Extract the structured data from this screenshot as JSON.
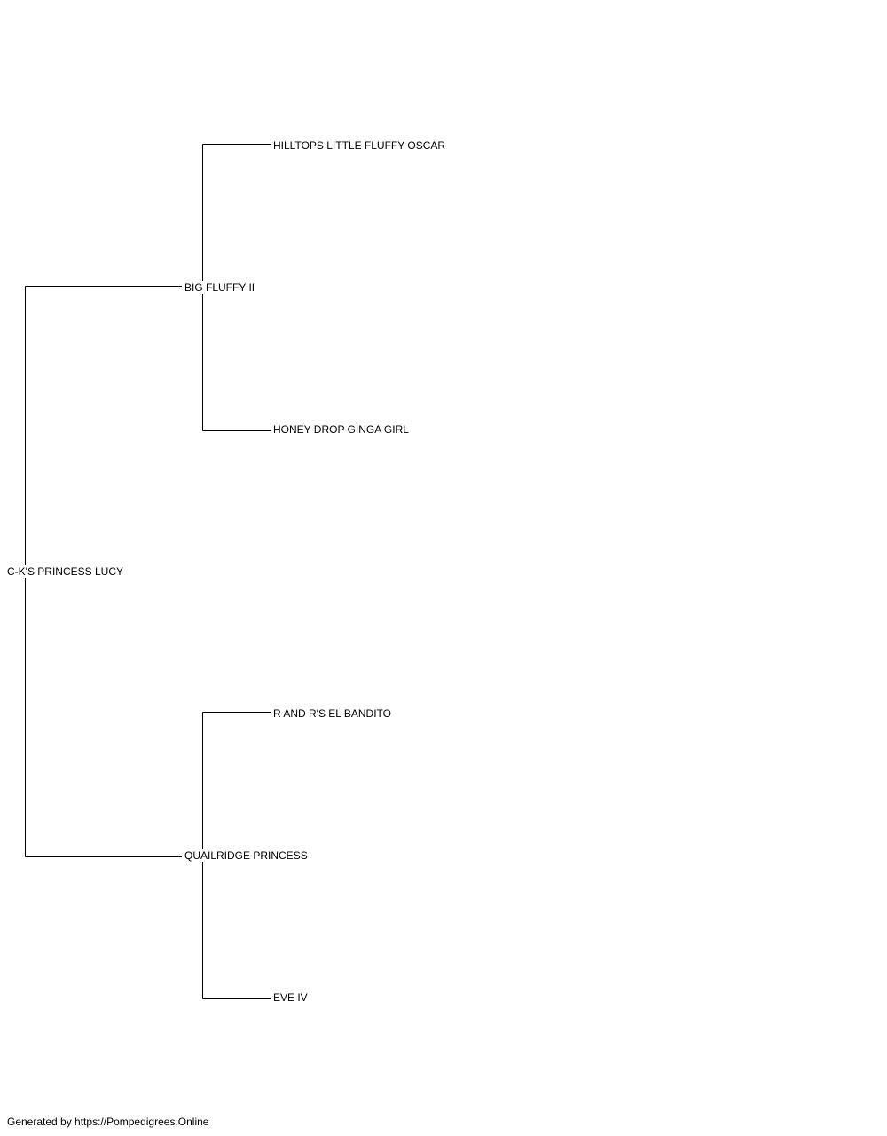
{
  "pedigree": {
    "subject": "C-K'S PRINCESS LUCY",
    "sire": "BIG FLUFFY II",
    "dam": "QUAILRIDGE PRINCESS",
    "sire_sire": "HILLTOPS LITTLE FLUFFY OSCAR",
    "sire_dam": "HONEY DROP GINGA GIRL",
    "dam_sire": "R AND R'S EL BANDITO",
    "dam_dam": "EVE IV"
  },
  "colors": {
    "line": "#000000",
    "background": "#ffffff"
  },
  "footer": {
    "text": "Generated by https://Pompedigrees.Online"
  }
}
